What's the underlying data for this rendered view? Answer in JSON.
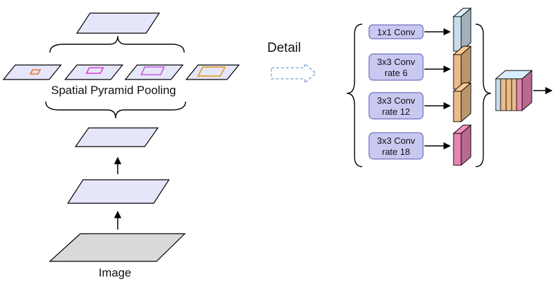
{
  "labels": {
    "spp": "Spatial Pyramid Pooling",
    "image": "Image",
    "detail": "Detail"
  },
  "conv_blocks": [
    {
      "line1": "1x1 Conv",
      "line2": ""
    },
    {
      "line1": "3x3 Conv",
      "line2": "rate 6"
    },
    {
      "line1": "3x3 Conv",
      "line2": "rate 12"
    },
    {
      "line1": "3x3 Conv",
      "line2": "rate 18"
    }
  ],
  "colors": {
    "plane_fill": "#e6e6fb",
    "image_fill": "#d9d9d9",
    "conv_box_fill": "#c9c8f1",
    "conv_box_stroke": "#6f6dbd",
    "block_blue": "#c9dcea",
    "block_orange": "#e9bc88",
    "block_pink": "#e684b2",
    "pool_orange": "#e8742a",
    "pool_magenta": "#d440d8",
    "pool_purple": "#c858e0",
    "pool_gold": "#e0a030",
    "detail_arrow": "#7a9cc8"
  }
}
